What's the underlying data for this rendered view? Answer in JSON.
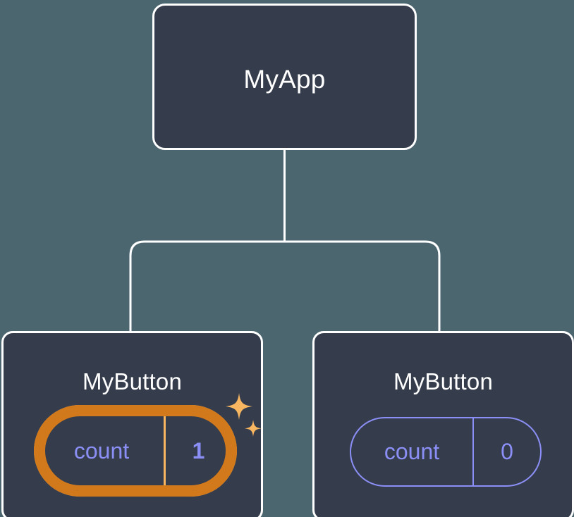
{
  "diagram": {
    "type": "component-tree",
    "background_color": "#4c6670",
    "node_fill_color": "#353d4d",
    "node_border_color": "#ffffff",
    "edge_color": "#ffffff",
    "accent_highlight_outer": "#d2791b",
    "accent_highlight_inner": "#f8b661",
    "state_color": "#8b8ff5"
  },
  "root": {
    "title": "MyApp"
  },
  "children": [
    {
      "title": "MyButton",
      "state": {
        "key": "count",
        "value": "1"
      },
      "highlighted": true,
      "sparkle_icons": [
        "sparkle-large-icon",
        "sparkle-small-icon"
      ]
    },
    {
      "title": "MyButton",
      "state": {
        "key": "count",
        "value": "0"
      },
      "highlighted": false,
      "sparkle_icons": []
    }
  ]
}
